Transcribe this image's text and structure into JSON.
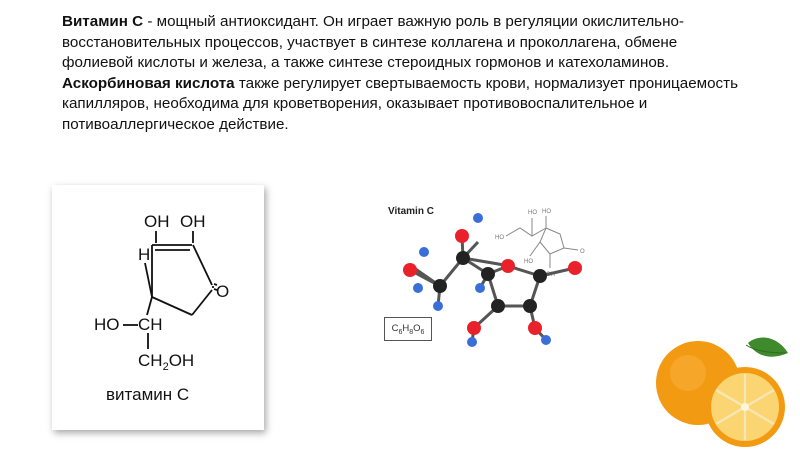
{
  "paragraph": {
    "lead_bold": "Витамин С",
    "part1": " - мощный антиоксидант. Он играет важную роль в регуляции окислительно-восстановительных процессов, участвует в синтезе коллагена и проколлагена, обмене фолиевой кислоты и железа, а также синтезе стероидных гормонов и катехоламинов. ",
    "mid_bold": "Аскорбиновая кислота",
    "part2": " также регулирует свертываемость крови, нормализует проницаемость капилляров, необходима для кроветворения, оказывает противовоспалительное и потивоаллергическое действие."
  },
  "structure_card": {
    "oh_top_left": "OH",
    "oh_top_right": "OH",
    "h_label": "H",
    "o_label": "O",
    "ho_label": "HO",
    "ch_label": "CH",
    "ch2oh_ch": "CH",
    "ch2oh_sub": "2",
    "ch2oh_oh": "OH",
    "caption": "витамин С"
  },
  "molecule": {
    "title": "Vitamin C",
    "formula_c": "C",
    "formula_c_sub": "6",
    "formula_h": "H",
    "formula_h_sub": "8",
    "formula_o": "O",
    "formula_o_sub": "6",
    "skeletal_label": "HO"
  },
  "colors": {
    "oxygen": "#e8212b",
    "carbon": "#222222",
    "hydrogen": "#3a6fd8",
    "orange": "#f39a13",
    "leaf": "#3f8a2c"
  }
}
